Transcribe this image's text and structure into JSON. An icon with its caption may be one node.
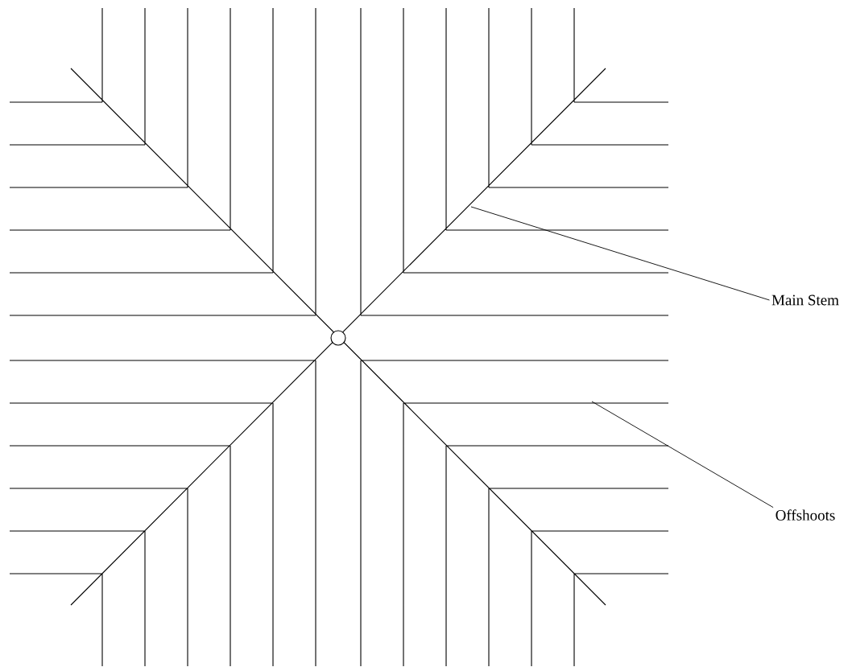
{
  "diagram": {
    "nodes": [
      {
        "text": [
          "Main Stem"
        ]
      },
      {
        "text": [
          "Offshoots"
        ]
      }
    ],
    "edges": [
      {
        "from": 0,
        "to": null,
        "arrow": "none"
      },
      {
        "from": 1,
        "to": null,
        "arrow": "none"
      }
    ]
  }
}
